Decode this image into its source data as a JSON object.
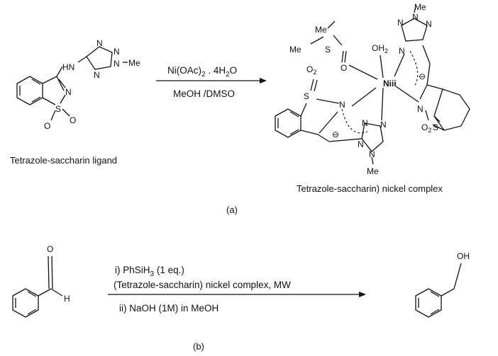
{
  "scheme_a": {
    "reagent_line1": "Ni(OAc)",
    "reagent_sub1": "2",
    "reagent_line1b": " . 4H",
    "reagent_sub2": "2",
    "reagent_line1c": "O",
    "reagent_line2": "MeOH /DMSO",
    "ligand_caption": "Tetrazole-saccharin ligand",
    "complex_caption": "Tetrazole-saccharin) nickel complex",
    "panel_label": "(a)",
    "atoms": {
      "hn": "HN",
      "n": "N",
      "s": "S",
      "o": "O",
      "me": "Me",
      "ni": "Niii",
      "oh2": "OH",
      "oh2_sub": "2",
      "o2": "O",
      "o2_sub": "2",
      "minus": "⊖"
    }
  },
  "scheme_b": {
    "step1_prefix": "i) PhSiH",
    "step1_sub": "3",
    "step1_suffix": " (1 eq.)",
    "step1_line2": "(Tetrazole-saccharin) nickel complex, MW",
    "step2": "ii) NaOH (1M) in MeOH",
    "panel_label": "(b)",
    "atoms": {
      "o": "O",
      "h": "H",
      "oh": "OH"
    }
  }
}
